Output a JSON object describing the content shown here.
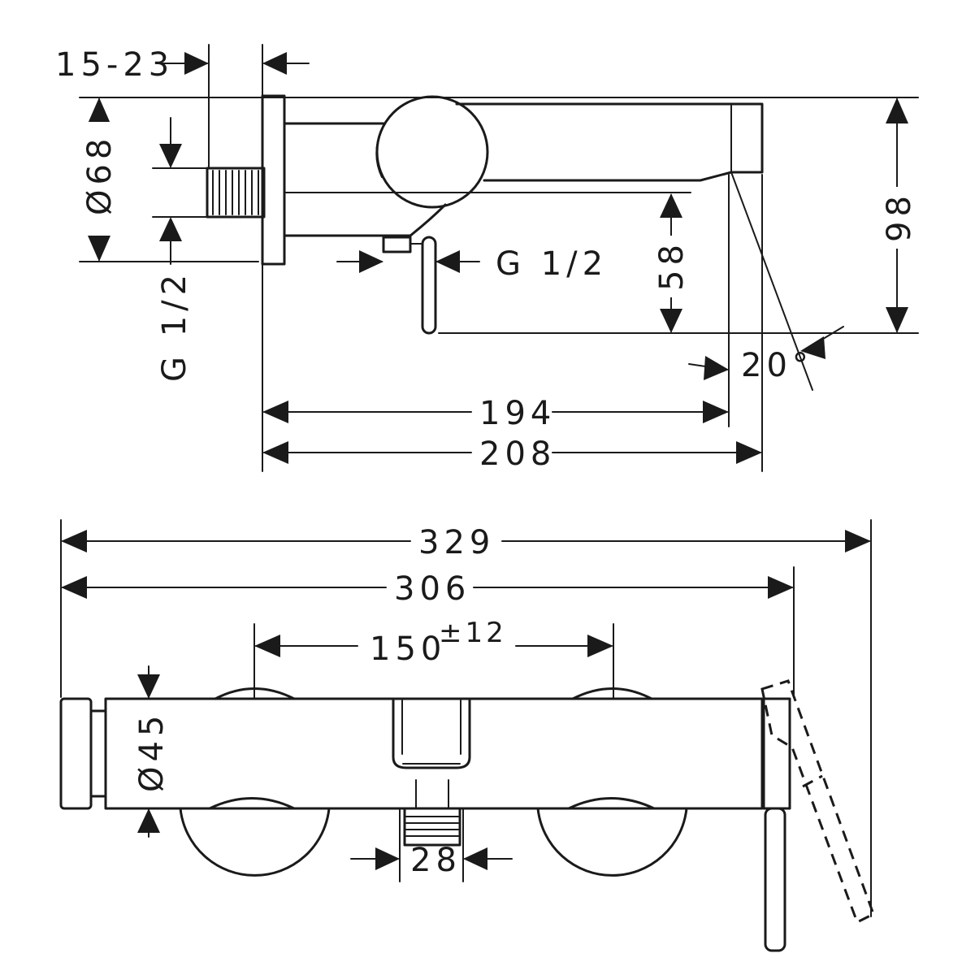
{
  "dimensions": {
    "wall_range": "15-23",
    "flange_diameter": "Ø68",
    "side_thread": "G 1/2",
    "outlet_thread": "G 1/2",
    "outlet_height": "58",
    "total_height": "98",
    "spout_angle": "20°",
    "projection_194": "194",
    "projection_208": "208",
    "width_329": "329",
    "width_306": "306",
    "centers_value": "150",
    "centers_tolerance": "±12",
    "body_diameter": "Ø45",
    "outlet_width": "28"
  }
}
